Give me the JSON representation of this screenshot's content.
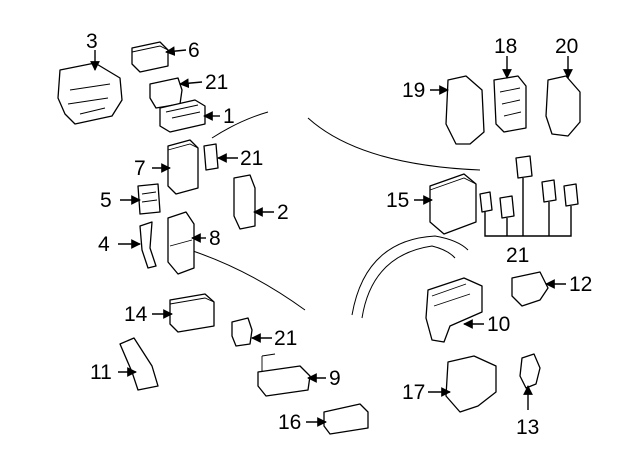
{
  "callouts": [
    {
      "id": "c3",
      "text": "3"
    },
    {
      "id": "c6",
      "text": "6"
    },
    {
      "id": "c21a",
      "text": "21"
    },
    {
      "id": "c1",
      "text": "1"
    },
    {
      "id": "c21b",
      "text": "21"
    },
    {
      "id": "c7",
      "text": "7"
    },
    {
      "id": "c5",
      "text": "5"
    },
    {
      "id": "c2",
      "text": "2"
    },
    {
      "id": "c8",
      "text": "8"
    },
    {
      "id": "c4",
      "text": "4"
    },
    {
      "id": "c14",
      "text": "14"
    },
    {
      "id": "c21c",
      "text": "21"
    },
    {
      "id": "c11",
      "text": "11"
    },
    {
      "id": "c9",
      "text": "9"
    },
    {
      "id": "c16",
      "text": "16"
    },
    {
      "id": "c18",
      "text": "18"
    },
    {
      "id": "c20",
      "text": "20"
    },
    {
      "id": "c19",
      "text": "19"
    },
    {
      "id": "c15",
      "text": "15"
    },
    {
      "id": "c21d",
      "text": "21"
    },
    {
      "id": "c12",
      "text": "12"
    },
    {
      "id": "c10",
      "text": "10"
    },
    {
      "id": "c17",
      "text": "17"
    },
    {
      "id": "c13",
      "text": "13"
    }
  ]
}
